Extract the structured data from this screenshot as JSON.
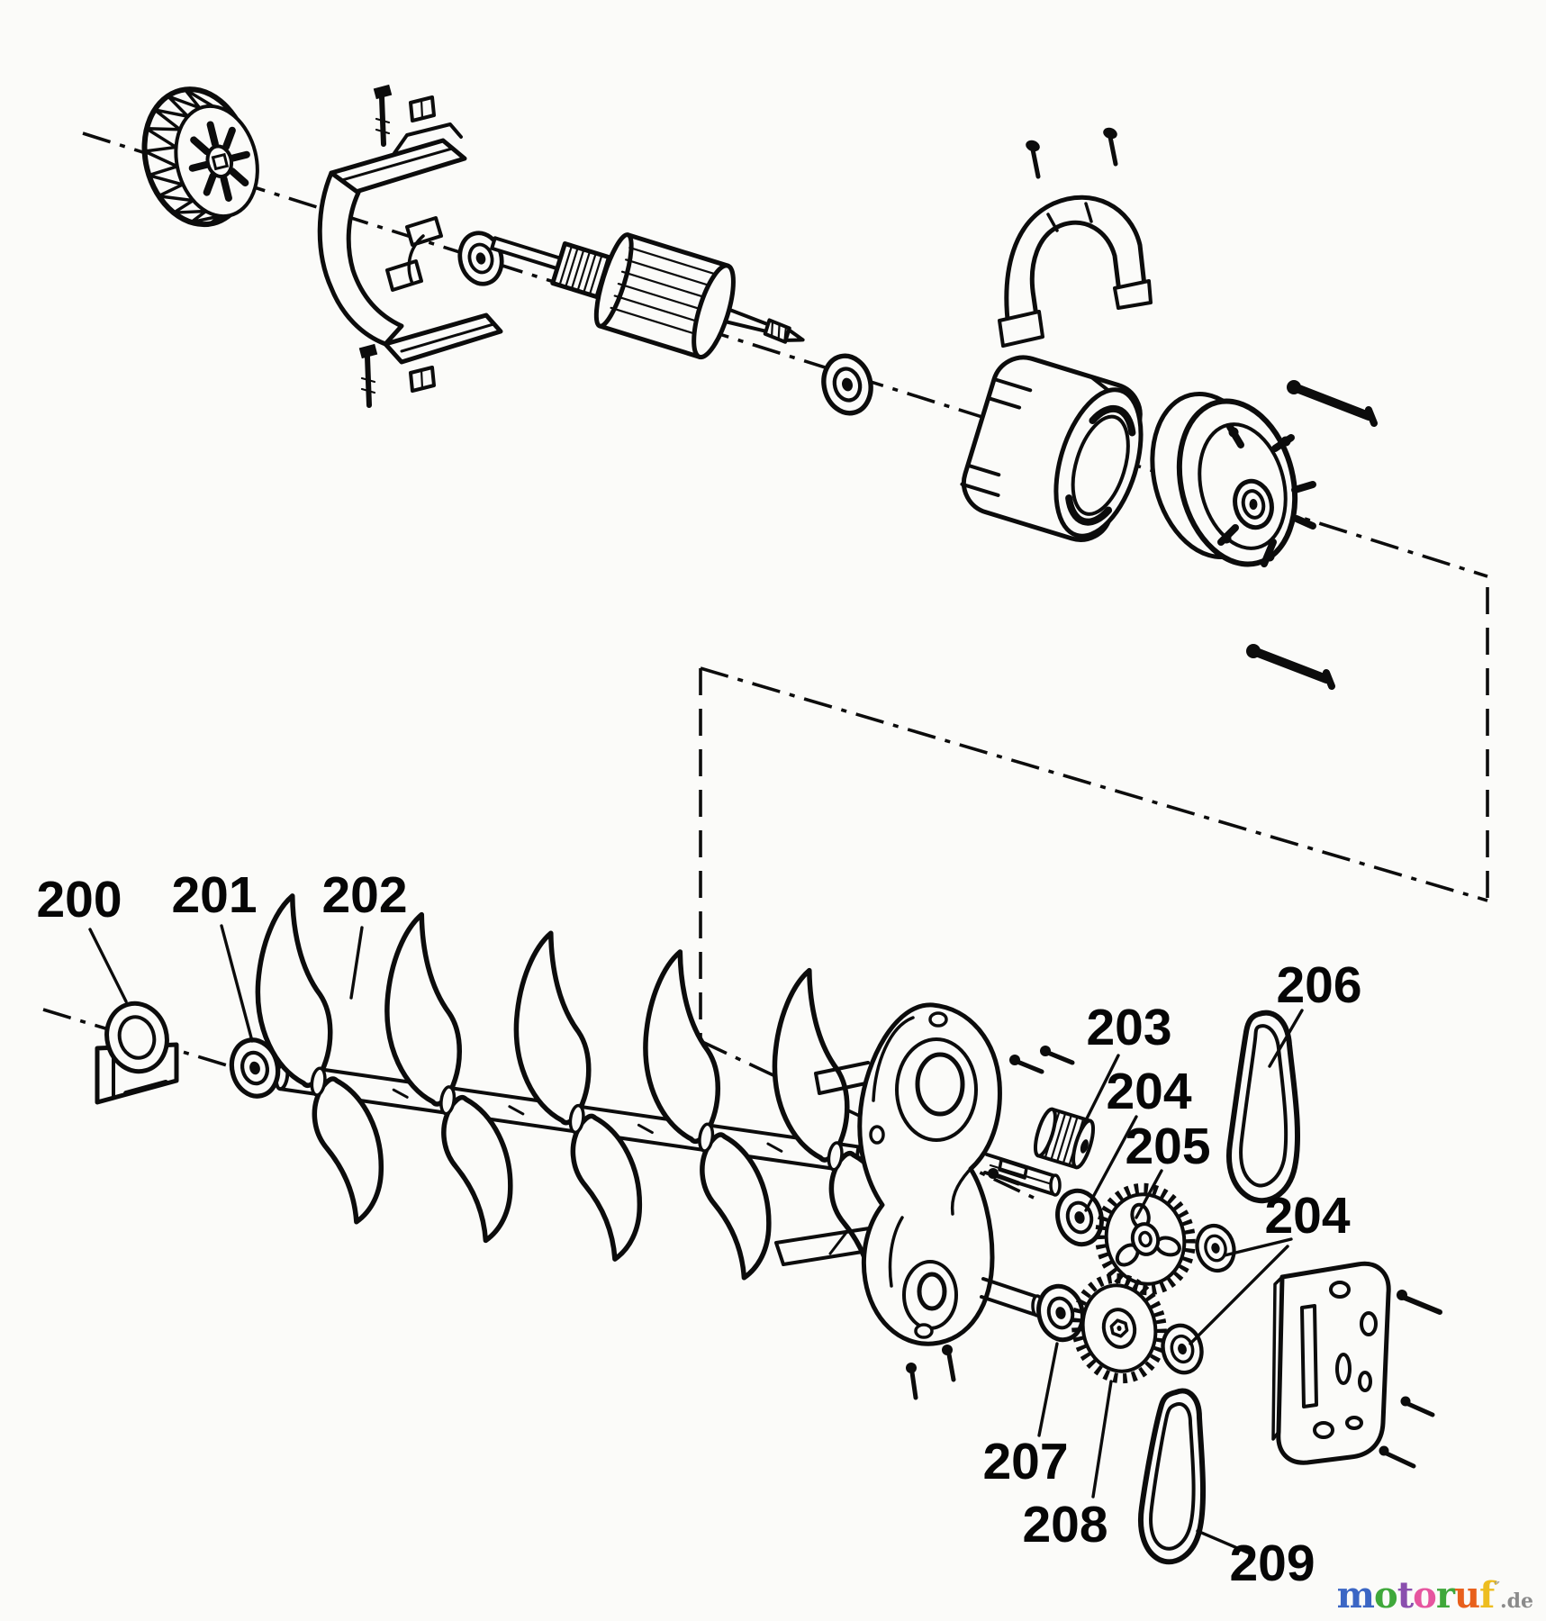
{
  "diagram": {
    "type": "exploded-parts-diagram",
    "background_color": "#fbfbf9",
    "ink_color": "#0c0c0c"
  },
  "part_labels": {
    "l200": "200",
    "l201": "201",
    "l202": "202",
    "l203": "203",
    "l204a": "204",
    "l204b": "204",
    "l205": "205",
    "l206": "206",
    "l207": "207",
    "l208": "208",
    "l209": "209"
  },
  "logo": {
    "letters": [
      {
        "ch": "m",
        "style": "color:#3b66c4"
      },
      {
        "ch": "o",
        "style": "color:#3fa83a"
      },
      {
        "ch": "t",
        "style": "color:#8a4fae"
      },
      {
        "ch": "o",
        "style": "color:#e6559f"
      },
      {
        "ch": "r",
        "style": "color:#3fa83a"
      },
      {
        "ch": "u",
        "style": "color:#e8601c"
      },
      {
        "ch": "f",
        "style": "color:#edbd1e"
      }
    ],
    "mark": "″",
    "suffix": ".de",
    "suffix_style": "color:#8b8b8b"
  }
}
